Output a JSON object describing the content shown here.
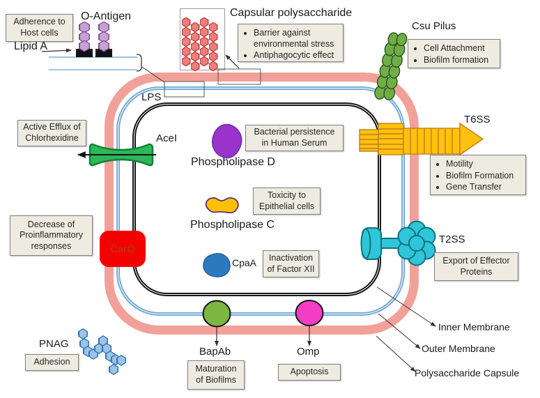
{
  "top_left": {
    "note": "Adherence to\nHost cells",
    "o_antigen": "O-Antigen",
    "lipid_a": "Lipid A",
    "lps": "LPS"
  },
  "capsular": {
    "title": "Capsular polysaccharide",
    "bullets": [
      "Barrier against environmental stress",
      "Antiphagocytic effect"
    ]
  },
  "csu": {
    "title": "Csu Pilus",
    "bullets": [
      "Cell Attachment",
      "Biofilm formation"
    ]
  },
  "acei": {
    "label": "AceI",
    "note": "Active Efflux of\nChlorhexidine"
  },
  "pld": {
    "label": "Phospholipase D",
    "note": "Bacterial persistence\nin Human Serum"
  },
  "t6ss": {
    "title": "T6SS",
    "bullets": [
      "Motility",
      "Biofilm Formation",
      "Gene Transfer"
    ]
  },
  "caro": {
    "label": "CarO",
    "note": "Decrease of\nProinflammatory\nresponses"
  },
  "plc": {
    "label": "Phospholipase C",
    "note": "Toxicity to\nEpithelial cells"
  },
  "cpaa": {
    "label": "CpaA",
    "note": "Inactivation\nof Factor XII"
  },
  "t2ss": {
    "title": "T2SS",
    "note": "Export of Effector\nProteins"
  },
  "bapab": {
    "label": "BapAb",
    "note": "Maturation\nof Biofilms"
  },
  "omp": {
    "label": "Omp",
    "note": "Apoptosis"
  },
  "pnag": {
    "label": "PNAG",
    "note": "Adhesion"
  },
  "membranes": {
    "inner": "Inner Membrane",
    "outer": "Outer Membrane",
    "capsule": "Polysaccharide Capsule"
  },
  "colors": {
    "capsule_ring": "#F2A19A",
    "outer_membrane": "#76ACD7",
    "inner_membrane": "#161616",
    "note_bg": "#EEECE1",
    "caro_red": "#F40000",
    "caro_text": "#A8441F",
    "acei_green": "#2DB757",
    "t6ss_orange": "#FFC010",
    "t2ss_cyan": "#2EC6D8",
    "pld_purple": "#9933CC",
    "plc_yellow": "#FFC000",
    "cpaa_blue": "#2E78BE",
    "bapab_green": "#7CB741",
    "omp_magenta": "#F53EC4",
    "pilus_green": "#70AD47",
    "o_antigen_purple": "#C9A0D6",
    "capsular_hex": "#EE7E7C",
    "pnag_blue": "#9DC3E6"
  }
}
